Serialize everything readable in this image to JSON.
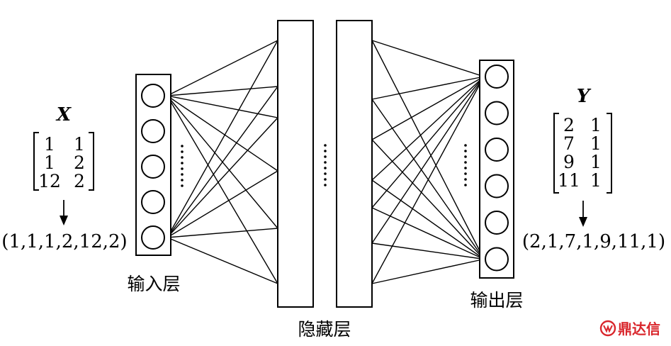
{
  "input_layer": {
    "variable": "X",
    "matrix": [
      [
        "1",
        "1"
      ],
      [
        "1",
        "2"
      ],
      [
        "12",
        "2"
      ]
    ],
    "flattened": "(1,1,1,2,12,2)",
    "label": "输入层",
    "visible_nodes": 5
  },
  "hidden_layer": {
    "label": "隐藏层"
  },
  "output_layer": {
    "variable": "Y",
    "matrix": [
      [
        "2",
        "1"
      ],
      [
        "7",
        "1"
      ],
      [
        "9",
        "1"
      ],
      [
        "11",
        "1"
      ]
    ],
    "flattened": "(2,1,7,1,9,11,1)",
    "label": "输出层",
    "visible_nodes": 6
  },
  "ellipsis": "⋮",
  "watermark": {
    "text": "鼎达信",
    "color": "#d9262c"
  }
}
